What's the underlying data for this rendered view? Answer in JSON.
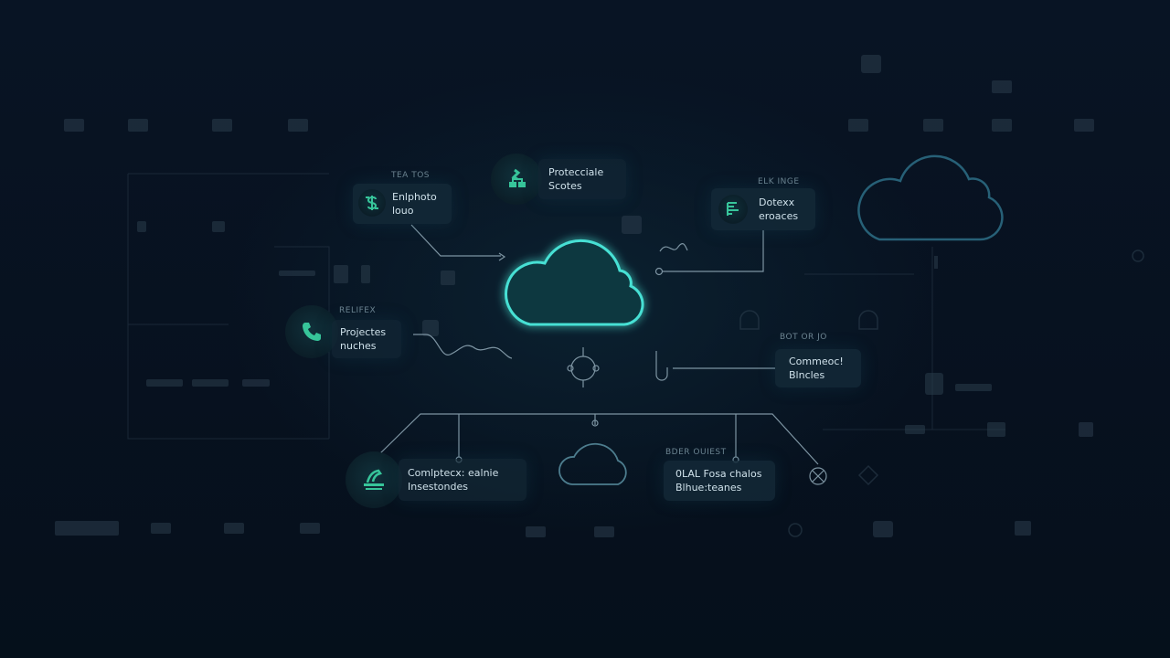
{
  "accent_color": "#3fd0c0",
  "icon_color": "#37c59a",
  "nodes": [
    {
      "id": "n1",
      "caption": "TEA TOS",
      "lines": [
        "Enlphoto",
        "louo"
      ],
      "icon": "dollar-tool-icon"
    },
    {
      "id": "n2",
      "caption": "",
      "lines": [
        "Protecciale",
        "Scotes"
      ],
      "icon": "user-network-icon"
    },
    {
      "id": "n3",
      "caption": "ELK INGE",
      "lines": [
        "Dotexx",
        "eroaces"
      ],
      "icon": "list-filter-icon"
    },
    {
      "id": "n4",
      "caption": "RELIFEX",
      "lines": [
        "Projectes",
        "nuches"
      ],
      "icon": "phone-icon"
    },
    {
      "id": "n5",
      "caption": "BOT OR JO",
      "lines": [
        "Commeoc!",
        "Blncles"
      ],
      "icon": ""
    },
    {
      "id": "n6",
      "caption": "",
      "lines": [
        "Comlptecx: ealnie",
        "Insestondes"
      ],
      "icon": "hand-tray-icon"
    },
    {
      "id": "n7",
      "caption": "BDER OUIEST",
      "lines": [
        "0LAL Fosa chalos",
        "Blhue:teanes"
      ],
      "icon": ""
    }
  ]
}
